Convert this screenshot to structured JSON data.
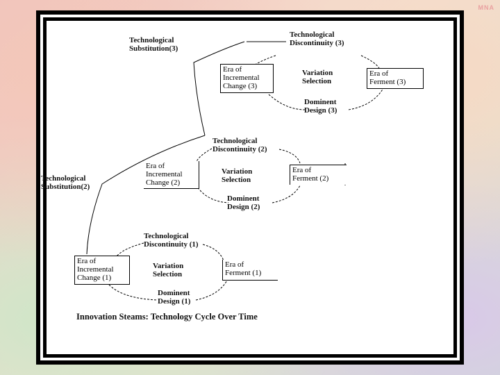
{
  "watermark": "MNA",
  "caption": "Innovation Steams: Technology Cycle Over Time",
  "cycle3": {
    "discontinuity": [
      "Technological",
      "Discontinuity (3)"
    ],
    "incremental": [
      "Era of",
      "Incremental",
      "Change  (3)"
    ],
    "variation": [
      "Variation",
      "Selection"
    ],
    "ferment": [
      "Era of",
      "Ferment (3)"
    ],
    "dominant": [
      "Dominent",
      "Design  (3)"
    ]
  },
  "substitution3": [
    "Technological",
    "Substitution(3)"
  ],
  "cycle2": {
    "discontinuity": [
      "Technological",
      "Discontinuity (2)"
    ],
    "incremental": [
      "Era of",
      "Incremental",
      "Change (2)"
    ],
    "variation": [
      "Variation",
      "Selection"
    ],
    "ferment": [
      "Era of",
      "Ferment  (2)"
    ],
    "dominant": [
      "Dominent",
      "Design  (2)"
    ]
  },
  "substitution2": [
    "Technological",
    "Substitution(2)"
  ],
  "cycle1": {
    "discontinuity": [
      "Technological",
      "Discontinuity (1)"
    ],
    "incremental": [
      "Era of",
      "Incremental",
      "Change (1)"
    ],
    "variation": [
      "Variation",
      "Selection"
    ],
    "ferment": [
      "Era of",
      "Ferment (1)"
    ],
    "dominant": [
      "Dominent",
      "Design  (1)"
    ]
  }
}
